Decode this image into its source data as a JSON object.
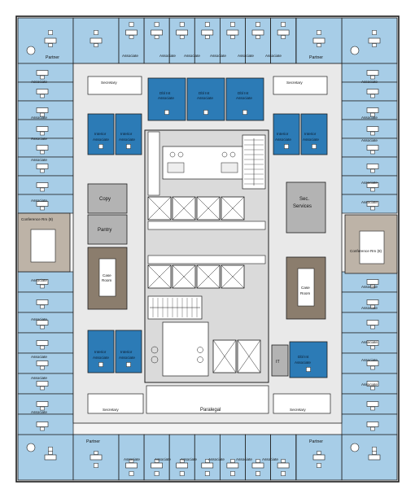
{
  "colors": {
    "perimeter_office": "#a7cde7",
    "interior_office": "#2c7bb6",
    "core": "#dadada",
    "corridor": "#e9e9e9",
    "gray_room": "#b3b3b3",
    "conference_beige": "#bdb3a7",
    "case_room_brown": "#8b7d6d",
    "wall": "#1d1d1d",
    "glass": "#6a8faf"
  },
  "icons": [
    "desk-icon",
    "chair-icon",
    "door-swing-icon",
    "elevator-icon",
    "stair-icon",
    "plumbing-fixture-icon"
  ],
  "labels": {
    "partner": "Partner",
    "associate": "Associate",
    "secretary": "Secretary",
    "paralegal": "Paralegal",
    "copy": "Copy",
    "pantry": "Pantry",
    "sec_services_1": "Sec.",
    "sec_services_2": "Services",
    "conference_left": "Conference Rm (8)",
    "conference_right": "Conference Rm (8)",
    "case_1": "Case",
    "case_2": "Room",
    "it": "IT",
    "dbl_int_1": "Dbl Int",
    "dbl_int_2": "Associate",
    "interior_1": "Interior",
    "interior_2": "Associate"
  }
}
